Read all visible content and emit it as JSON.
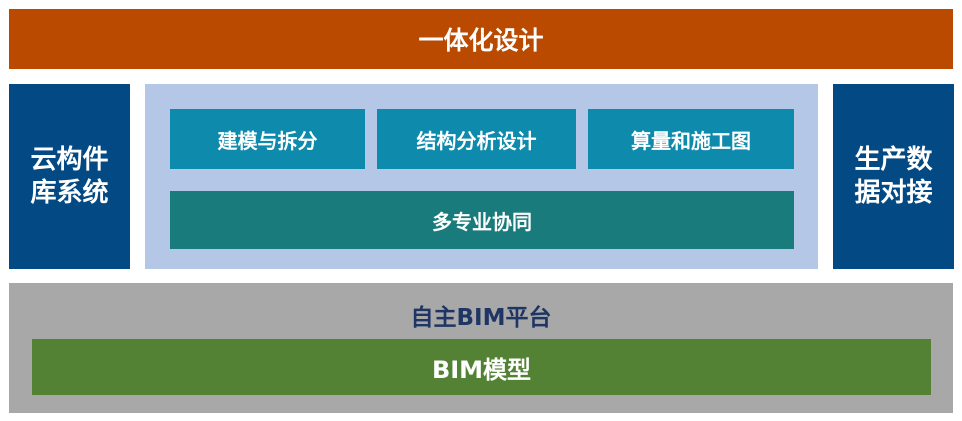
{
  "top": {
    "label": "一体化设计"
  },
  "left_side": {
    "line1": "云构件",
    "line2": "库系统"
  },
  "right_side": {
    "line1": "生产数",
    "line2": "据对接"
  },
  "modules": [
    {
      "label": "建模与拆分"
    },
    {
      "label": "结构分析设计"
    },
    {
      "label": "算量和施工图"
    }
  ],
  "collaboration": {
    "label": "多专业协同"
  },
  "platform": {
    "label": "自主BIM平台"
  },
  "model": {
    "label": "BIM模型"
  },
  "colors": {
    "top_bar": "#b94a00",
    "side_panels": "#034a84",
    "center_panel": "#b4c7e7",
    "module_tiles": "#0d8aac",
    "collaboration": "#197b7b",
    "platform_panel": "#a8a8a8",
    "platform_text": "#1f3564",
    "model_bar": "#538235"
  }
}
